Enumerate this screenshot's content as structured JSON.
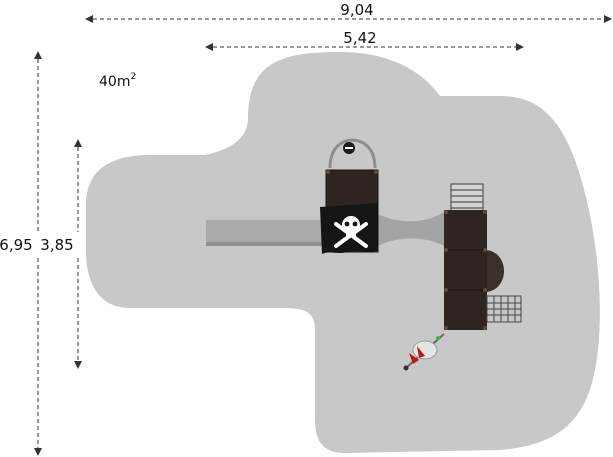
{
  "dimensions": {
    "overall_width": "9,04",
    "platform_width": "5,42",
    "overall_depth": "6,95",
    "platform_depth": "3,85"
  },
  "area": {
    "value": "40m",
    "superscript": "2"
  },
  "colors": {
    "safety_zone": "#c8c8c8",
    "platform": "#2e2522",
    "slide": "#a9aaac",
    "flag": "#151515",
    "dimension_line": "#333333"
  },
  "icons": {
    "flag": "skull-and-crossbones-icon"
  }
}
